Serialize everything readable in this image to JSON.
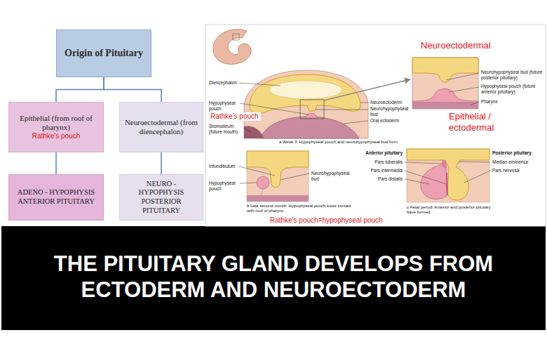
{
  "diagram": {
    "caption": "THE PITUITARY GLAND DEVELOPS FROM ECTODERM AND NEUROECTODERM",
    "nodes": [
      {
        "text": [
          "Origin of Pituitary"
        ]
      },
      {
        "text": [
          "Epithelial (from roof of pharynx)",
          "Rathke's pouch"
        ]
      },
      {
        "text": [
          "Neuroectodermal (from diencephalon)"
        ]
      },
      {
        "text": [
          "ADENO - HYPOPHYSIS ANTERIOR PITUITARY"
        ]
      },
      {
        "text": [
          "NEURO - HYPOPHYSIS POSTERIOR PITUITARY"
        ]
      }
    ],
    "edges": [
      {
        "from": 0,
        "to": 1,
        "arrow": "none"
      },
      {
        "from": 0,
        "to": 2,
        "arrow": "none"
      },
      {
        "from": 1,
        "to": 3,
        "arrow": "none"
      },
      {
        "from": 2,
        "to": 4,
        "arrow": "none"
      }
    ],
    "labels": [
      "Neuroectodermal",
      "Diencephalon",
      "Hypophyseal pouch",
      "Rathke's pouch",
      "Stomodeum (future mouth)",
      "Neuroectoderm",
      "Neurohypophyseal bud",
      "Oral ectoderm",
      "Neurohypophyseal bud (future posterior pituitary)",
      "Hypophyseal pouch (future anterior pituitary)",
      "Pharynx",
      "Epithelial / ectodermal",
      "a Week 3: Hypophyseal pouch and neurohypophyseal bud form.",
      "Infundibulum",
      "Hypophyseal pouch",
      "Neurohypophyseal bud",
      "Anterior pituitary",
      "Pars tuberalis",
      "Pars intermedia",
      "Pars distalis",
      "Posterior pituitary",
      "Median eminence",
      "Pars nervosa",
      "b Late second month: Hypophyseal pouch loses contact with roof of pharynx.",
      "c Fetal period: Anterior and posterior pituitary have formed.",
      "Rathke's pouch=hypophyseal pouch"
    ]
  }
}
